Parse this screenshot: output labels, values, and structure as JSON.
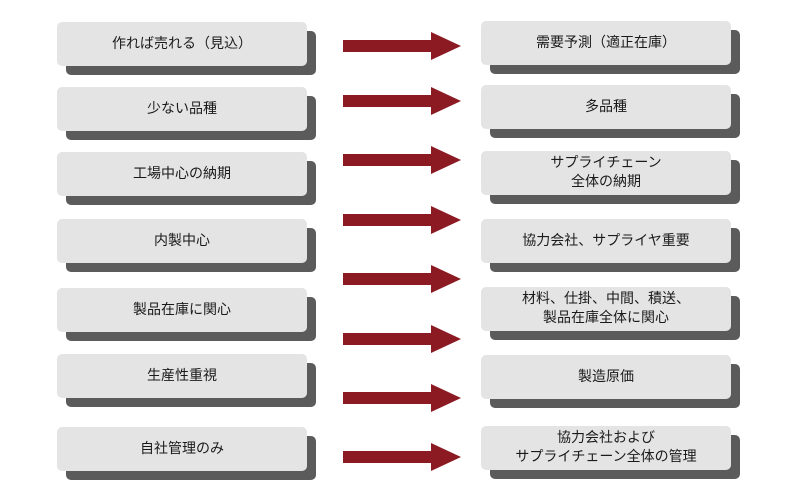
{
  "rows": [
    {
      "left": "作れば売れる（見込）",
      "right": "需要予測（適正在庫）"
    },
    {
      "left": "少ない品種",
      "right": "多品種"
    },
    {
      "left": "工場中心の納期",
      "right": "サプライチェーン\n全体の納期"
    },
    {
      "left": "内製中心",
      "right": "協力会社、サプライヤ重要"
    },
    {
      "left": "製品在庫に関心",
      "right": "材料、仕掛、中間、積送、\n製品在庫全体に関心"
    },
    {
      "left": "生産性重視",
      "right": "製造原価"
    },
    {
      "left": "自社管理のみ",
      "right": "協力会社および\nサプライチェーン全体の管理"
    }
  ],
  "colors": {
    "box_fill": "#e4e4e4",
    "box_shadow": "#5b5b5b",
    "arrow": "#8b1a22"
  }
}
